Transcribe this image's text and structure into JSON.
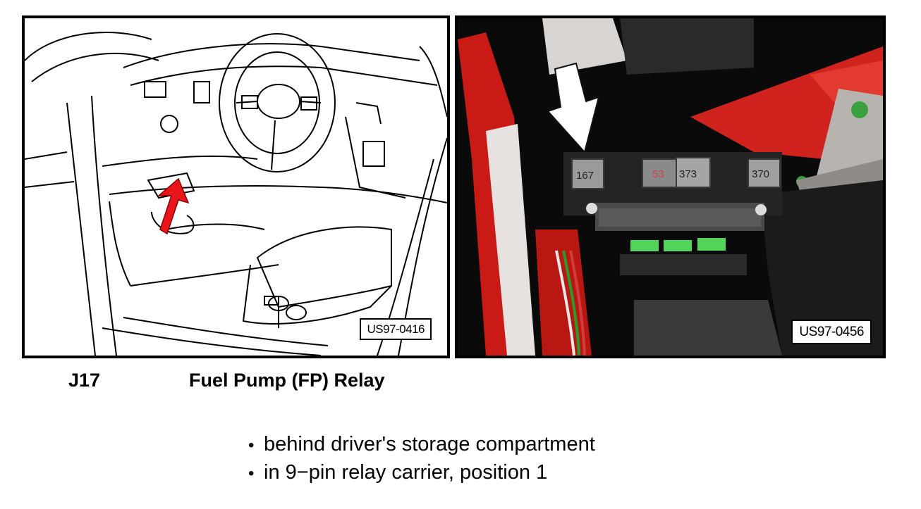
{
  "figures": {
    "left": {
      "code": "US97-0416",
      "arrow_color": "#e8161b"
    },
    "right": {
      "code": "US97-0456",
      "relays": [
        "167",
        "53",
        "373",
        "370"
      ],
      "arrow_color": "#ffffff"
    }
  },
  "caption": {
    "component_id": "J17",
    "component_name": "Fuel Pump (FP) Relay"
  },
  "location_notes": [
    "behind driver's storage compartment",
    "in 9−pin relay carrier, position 1"
  ],
  "bullet_glyph": "•"
}
